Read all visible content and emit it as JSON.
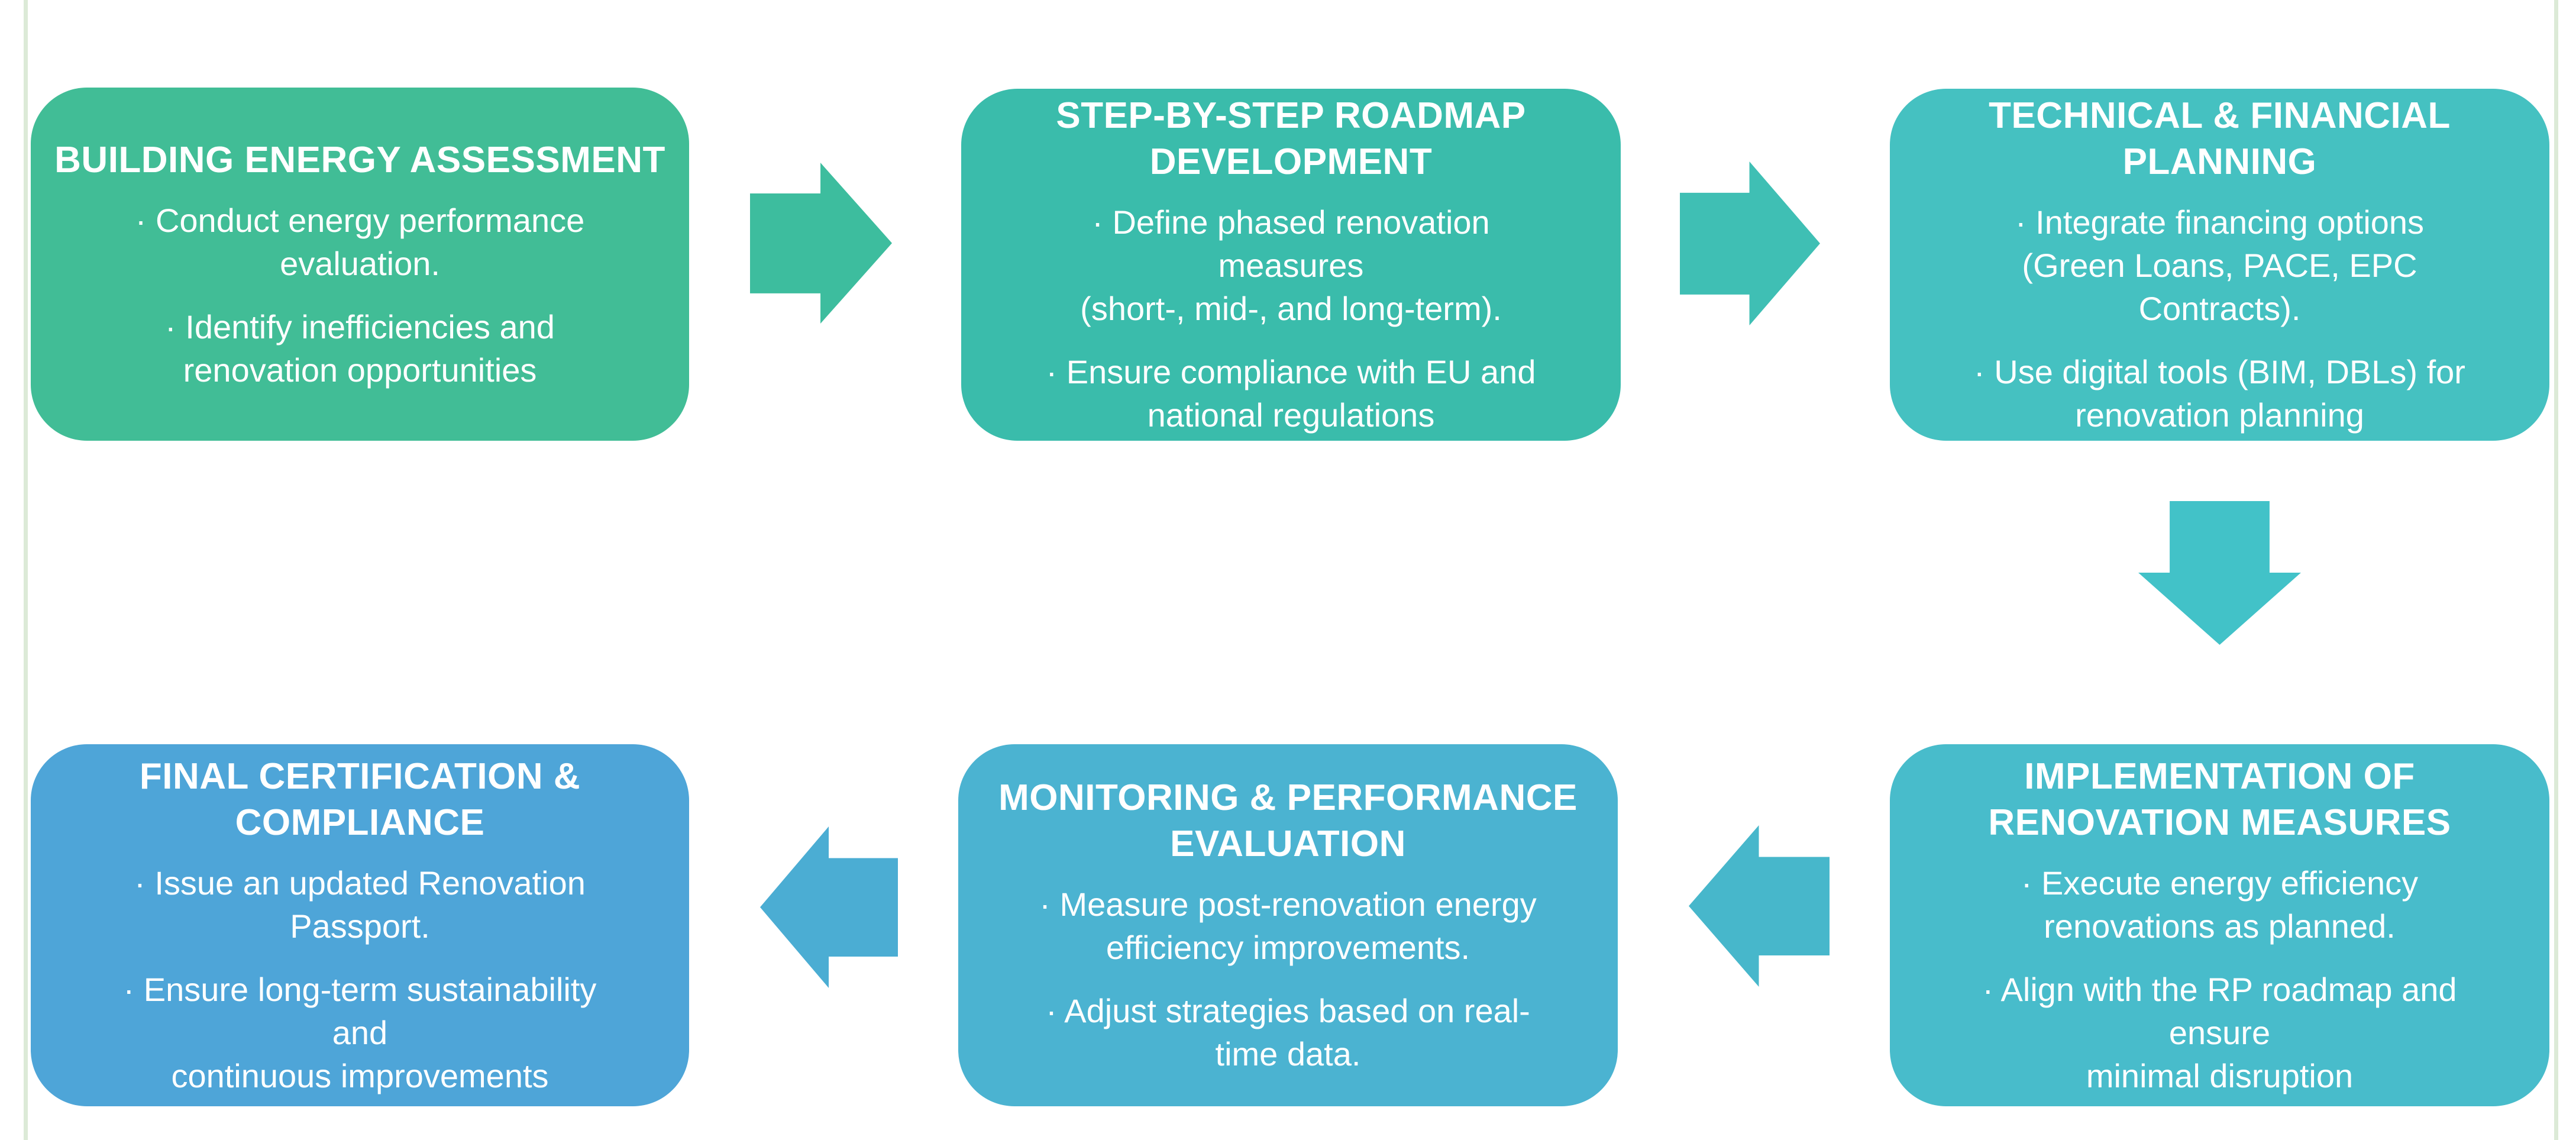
{
  "page": {
    "background": "#ffffff",
    "edge_line_color": "#dcead7",
    "text_color": "#ffffff"
  },
  "steps": [
    {
      "title": "BUILDING ENERGY ASSESSMENT",
      "para1": "· Conduct energy performance\nevaluation.",
      "para2": "· Identify inefficiencies and\nrenovation opportunities",
      "color": "#41bd96"
    },
    {
      "title": "STEP-BY-STEP ROADMAP\nDEVELOPMENT",
      "para1": "· Define phased renovation\nmeasures\n(short-, mid-, and long-term).",
      "para2": "· Ensure compliance with EU and\nnational regulations",
      "color": "#3abcab"
    },
    {
      "title": "TECHNICAL & FINANCIAL\nPLANNING",
      "para1": "· Integrate financing options\n(Green Loans, PACE, EPC\nContracts).",
      "para2": "· Use digital tools (BIM, DBLs) for\nrenovation planning",
      "color": "#45c1c1"
    },
    {
      "title": "IMPLEMENTATION OF\nRENOVATION MEASURES",
      "para1": "· Execute energy efficiency\nrenovations as planned.",
      "para2": "· Align with the RP roadmap and\nensure\nminimal disruption",
      "color": "#48bccb"
    },
    {
      "title": "MONITORING & PERFORMANCE\nEVALUATION",
      "para1": "· Measure post-renovation energy\nefficiency improvements.",
      "para2": "· Adjust strategies based on real-\ntime data.",
      "color": "#4bb3d1"
    },
    {
      "title": "FINAL CERTIFICATION &\nCOMPLIANCE",
      "para1": "· Issue an updated Renovation\nPassport.",
      "para2": "· Ensure long-term sustainability\nand\ncontinuous improvements",
      "color": "#4ea5d8"
    }
  ],
  "arrows": [
    {
      "direction": "right",
      "color": "#3dbd9e"
    },
    {
      "direction": "right",
      "color": "#3fbfb4"
    },
    {
      "direction": "down",
      "color": "#42c2c8"
    },
    {
      "direction": "left",
      "color": "#47b7cb"
    },
    {
      "direction": "left",
      "color": "#4badd3"
    }
  ]
}
